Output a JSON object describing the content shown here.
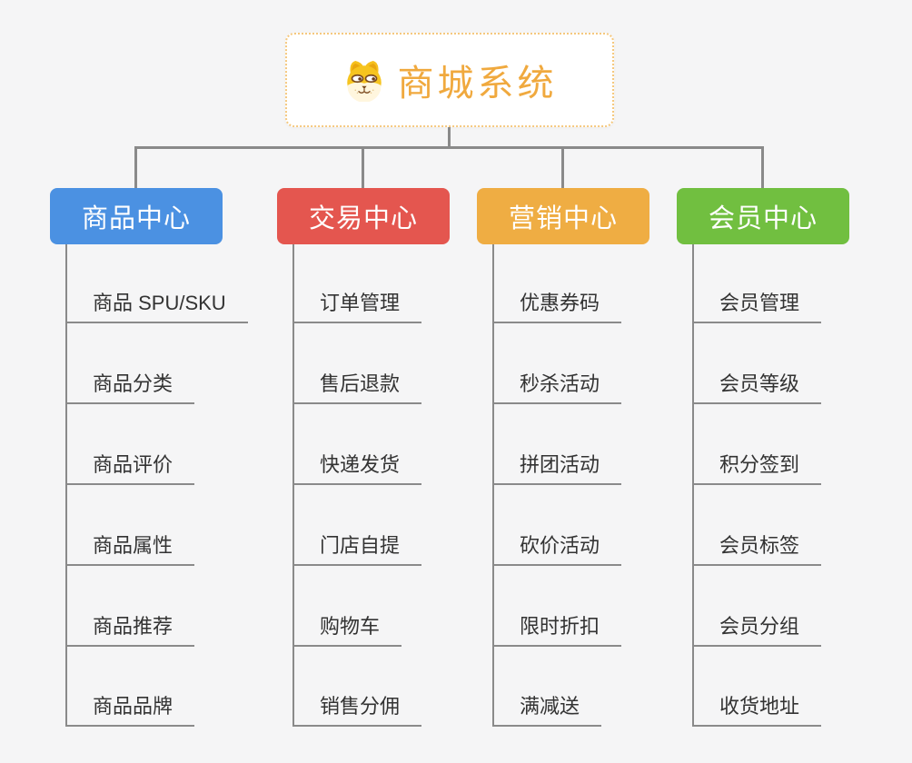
{
  "root": {
    "title": "商城系统",
    "icon": "dog-face-icon"
  },
  "branches": [
    {
      "id": "product-center",
      "label": "商品中心",
      "color": "#4B91E2",
      "children": [
        "商品 SPU/SKU",
        "商品分类",
        "商品评价",
        "商品属性",
        "商品推荐",
        "商品品牌"
      ]
    },
    {
      "id": "trade-center",
      "label": "交易中心",
      "color": "#E4564F",
      "children": [
        "订单管理",
        "售后退款",
        "快递发货",
        "门店自提",
        "购物车",
        "销售分佣"
      ]
    },
    {
      "id": "marketing-center",
      "label": "营销中心",
      "color": "#EFAD43",
      "children": [
        "优惠券码",
        "秒杀活动",
        "拼团活动",
        "砍价活动",
        "限时折扣",
        "满减送"
      ]
    },
    {
      "id": "member-center",
      "label": "会员中心",
      "color": "#71BF40",
      "children": [
        "会员管理",
        "会员等级",
        "积分签到",
        "会员标签",
        "会员分组",
        "收货地址"
      ]
    }
  ],
  "colors": {
    "background": "#F5F5F6",
    "connector": "#8A8A8A",
    "leaf_line": "#8A8A8A",
    "root_text": "#F0A93E",
    "root_border": "#F5C87E",
    "branch_text": "#FFFFFF",
    "leaf_text": "#333333"
  }
}
